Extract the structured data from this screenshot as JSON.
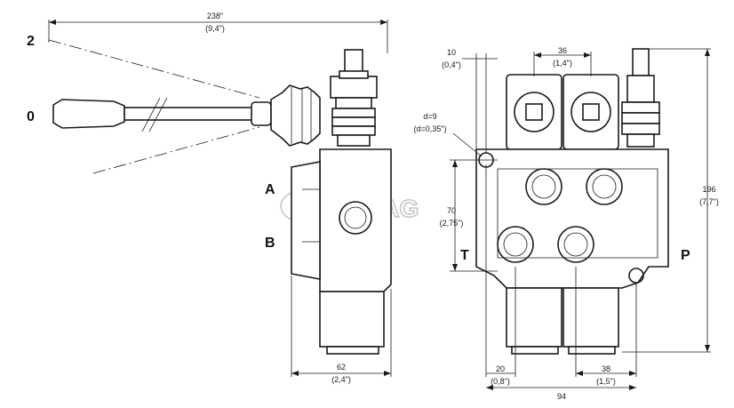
{
  "dimensions": {
    "overall_length": "238\"",
    "overall_length_in": "(9,4\")",
    "offset_10": "10",
    "offset_10_in": "(0,4\")",
    "spacing_36": "36",
    "spacing_36_in": "(1,4\")",
    "hole_d": "d=9",
    "hole_d_in": "(d=0,35\")",
    "height_70": "70",
    "height_70_in": "(2,75\")",
    "height_196": "196",
    "height_196_in": "(7,7\")",
    "width_62": "62",
    "width_62_in": "(2,4\")",
    "width_20": "20",
    "width_20_in": "(0,8\")",
    "width_38": "38",
    "width_38_in": "(1,5\")",
    "width_94": "94"
  },
  "labels": {
    "lever_pos_2": "2",
    "lever_pos_0": "0",
    "port_a": "A",
    "port_b": "B",
    "port_t": "T",
    "port_p": "P"
  },
  "watermark": "TERMAG"
}
